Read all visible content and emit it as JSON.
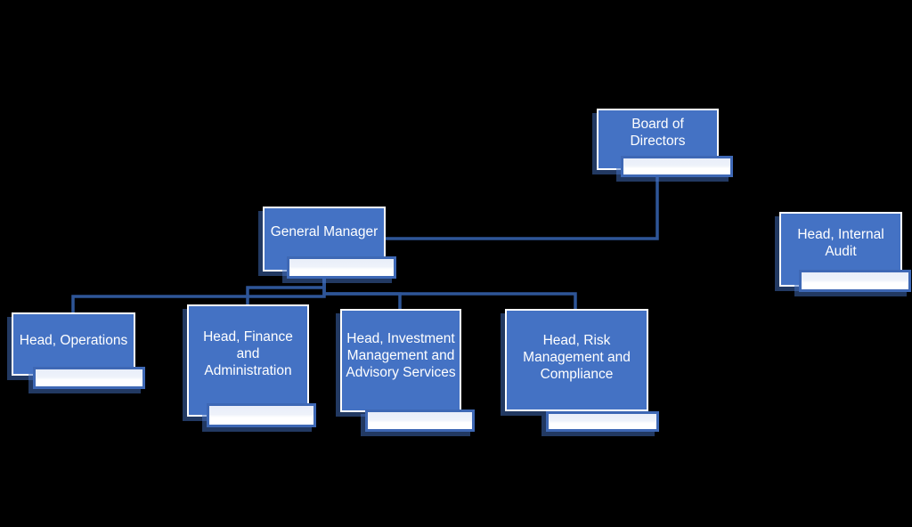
{
  "colors": {
    "background": "#000000",
    "node_fill": "#4472C4",
    "node_border": "#FFFFFF",
    "node_text": "#FFFFFF",
    "connector": "#2E5597",
    "namebox_border": "#3E68B5",
    "namebox_fill_top": "#E9EEF9",
    "namebox_fill_bottom": "#FFFFFF"
  },
  "nodes": {
    "board": {
      "label": "Board of Directors",
      "lines": [
        "Board of",
        "Directors"
      ],
      "name_value": ""
    },
    "gm": {
      "label": "General Manager",
      "lines": [
        "General Manager"
      ],
      "name_value": ""
    },
    "audit": {
      "label": "Head, Internal Audit",
      "lines": [
        "Head, Internal",
        "Audit"
      ],
      "name_value": ""
    },
    "ops": {
      "label": "Head, Operations",
      "lines": [
        "Head, Operations"
      ],
      "name_value": ""
    },
    "fin": {
      "label": "Head, Finance and Administration",
      "lines": [
        "Head, Finance",
        "and",
        "Administration"
      ],
      "name_value": ""
    },
    "inv": {
      "label": "Head, Investment Management and Advisory Services",
      "lines": [
        "Head, Investment",
        "Management and",
        "Advisory Services"
      ],
      "name_value": ""
    },
    "risk": {
      "label": "Head, Risk Management and Compliance",
      "lines": [
        "Head, Risk",
        "Management and",
        "Compliance"
      ],
      "name_value": ""
    }
  },
  "edges": [
    {
      "from": "board",
      "to": "gm"
    },
    {
      "from": "gm",
      "to": "ops"
    },
    {
      "from": "gm",
      "to": "fin"
    },
    {
      "from": "gm",
      "to": "inv"
    },
    {
      "from": "gm",
      "to": "risk"
    }
  ]
}
